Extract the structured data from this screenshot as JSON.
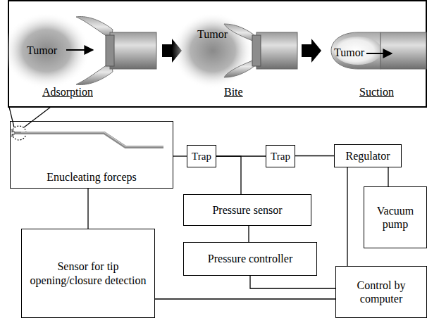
{
  "diagram": {
    "nodes": [
      {
        "text": [
          "Enucleating forceps"
        ]
      },
      {
        "text": [
          "Trap"
        ]
      },
      {
        "text": [
          "Trap"
        ]
      },
      {
        "text": [
          "Regulator"
        ]
      },
      {
        "text": [
          "Pressure sensor"
        ]
      },
      {
        "text": [
          "Vacuum pump"
        ]
      },
      {
        "text": [
          "Pressure controller"
        ]
      },
      {
        "text": [
          "Sensor for tip opening/closure detection"
        ]
      },
      {
        "text": [
          "Control by computer"
        ]
      }
    ],
    "edges": [
      {
        "from": 0,
        "to": 1,
        "arrow": "none"
      },
      {
        "from": 1,
        "to": 2,
        "arrow": "none"
      },
      {
        "from": 2,
        "to": 3,
        "arrow": "none"
      },
      {
        "from": 1,
        "to": 4,
        "arrow": "none"
      },
      {
        "from": 3,
        "to": 5,
        "arrow": "none"
      },
      {
        "from": 3,
        "to": 8,
        "arrow": "none"
      },
      {
        "from": 4,
        "to": 6,
        "arrow": "none"
      },
      {
        "from": 6,
        "to": 8,
        "arrow": "none"
      },
      {
        "from": 0,
        "to": 7,
        "arrow": "none"
      },
      {
        "from": 7,
        "to": 8,
        "arrow": "none"
      }
    ],
    "labels": [
      "Tumor",
      "Adsorption",
      "Tumor",
      "Bite",
      "Tumor",
      "Suction"
    ]
  }
}
